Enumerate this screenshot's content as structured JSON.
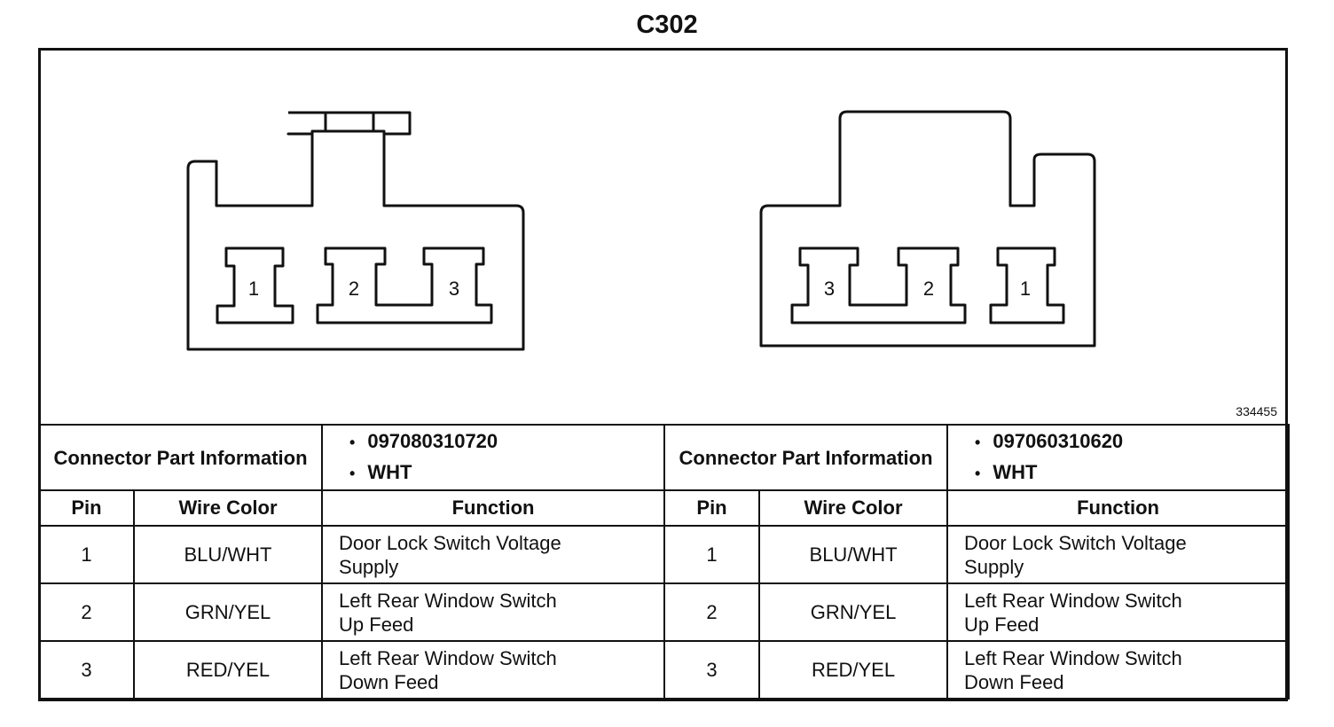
{
  "title": "C302",
  "figure_id": "334455",
  "left_connector": {
    "pins_order": [
      "1",
      "2",
      "3"
    ],
    "part_info_label": "Connector Part Information",
    "part_number": "097080310720",
    "color": "WHT"
  },
  "right_connector": {
    "pins_order": [
      "3",
      "2",
      "1"
    ],
    "part_info_label": "Connector Part Information",
    "part_number": "097060310620",
    "color": "WHT"
  },
  "headers": {
    "pin": "Pin",
    "wire_color": "Wire Color",
    "function": "Function"
  },
  "left_rows": [
    {
      "pin": "1",
      "wire_color": "BLU/WHT",
      "function_line1": "Door Lock Switch Voltage",
      "function_line2": "Supply"
    },
    {
      "pin": "2",
      "wire_color": "GRN/YEL",
      "function_line1": "Left Rear Window Switch",
      "function_line2": "Up Feed"
    },
    {
      "pin": "3",
      "wire_color": "RED/YEL",
      "function_line1": "Left Rear Window Switch",
      "function_line2": "Down Feed"
    }
  ],
  "right_rows": [
    {
      "pin": "1",
      "wire_color": "BLU/WHT",
      "function_line1": "Door Lock Switch Voltage",
      "function_line2": "Supply"
    },
    {
      "pin": "2",
      "wire_color": "GRN/YEL",
      "function_line1": "Left Rear Window Switch",
      "function_line2": "Up Feed"
    },
    {
      "pin": "3",
      "wire_color": "RED/YEL",
      "function_line1": "Left Rear Window Switch",
      "function_line2": "Down Feed"
    }
  ]
}
